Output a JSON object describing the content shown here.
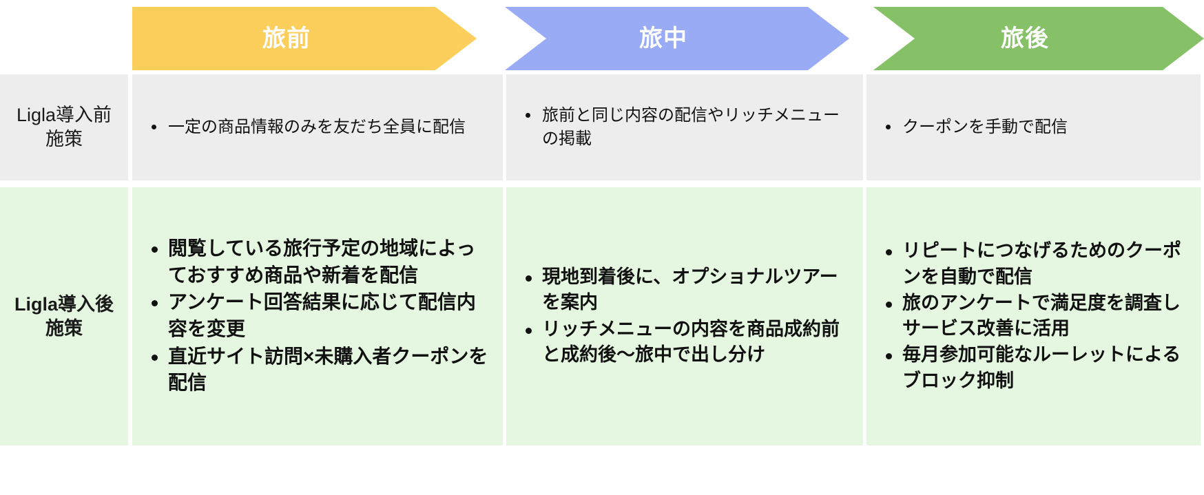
{
  "colors": {
    "phase_1": "#FCCE5C",
    "phase_2": "#99ABF5",
    "phase_3": "#86C167",
    "row_before_bg": "#EDEDED",
    "row_after_bg": "#E5F7E0",
    "text": "#111111",
    "header_text": "#FFFFFF"
  },
  "header": {
    "phases": [
      {
        "label": "旅前"
      },
      {
        "label": "旅中"
      },
      {
        "label": "旅後"
      }
    ]
  },
  "rows": [
    {
      "label": "Ligla導入前\n施策",
      "cells": [
        {
          "bullets": [
            "一定の商品情報のみを友だち全員に配信"
          ]
        },
        {
          "bullets": [
            "旅前と同じ内容の配信やリッチメニューの掲載"
          ]
        },
        {
          "bullets": [
            "クーポンを手動で配信"
          ]
        }
      ]
    },
    {
      "label": "Ligla導入後\n施策",
      "cells": [
        {
          "bullets": [
            "閲覧している旅行予定の地域によっておすすめ商品や新着を配信",
            "アンケート回答結果に応じて配信内容を変更",
            "直近サイト訪問×未購入者クーポンを配信"
          ]
        },
        {
          "bullets": [
            "現地到着後に、オプショナルツアーを案内",
            "リッチメニューの内容を商品成約前と成約後〜旅中で出し分け"
          ]
        },
        {
          "bullets": [
            "リピートにつなげるためのクーポンを自動で配信",
            "旅のアンケートで満足度を調査しサービス改善に活用",
            "毎月参加可能なルーレットによるブロック抑制"
          ]
        }
      ]
    }
  ]
}
